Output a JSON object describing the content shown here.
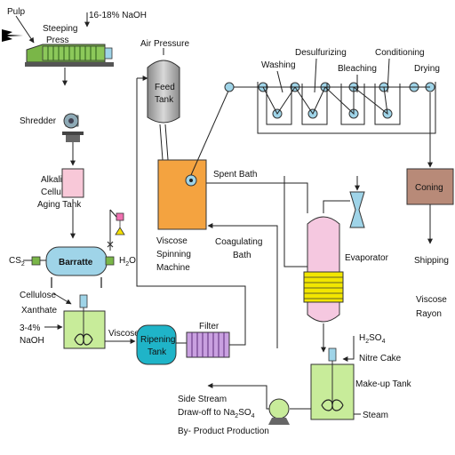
{
  "labels": {
    "pulp": "Pulp",
    "naoh_strong": "16-18% NaOH",
    "steeping_press_1": "Steeping",
    "steeping_press_2": "Press",
    "air_pressure": "Air Pressure",
    "feed_tank_1": "Feed",
    "feed_tank_2": "Tank",
    "washing": "Washing",
    "desulfurizing": "Desulfurizing",
    "bleaching": "Bleaching",
    "conditioning": "Conditioning",
    "drying": "Drying",
    "shredder": "Shredder",
    "alkali_1": "Alkali",
    "alkali_2": "Cellulose",
    "alkali_3": "Aging Tank",
    "spent_bath": "Spent Bath",
    "coning": "Coning",
    "cs2": "CS",
    "cs2_sub": "2",
    "barratte": "Barratte",
    "h2o_main": "H",
    "h2o_sub": "2",
    "h2o_end": "O",
    "viscose_machine_1": "Viscose",
    "viscose_machine_2": "Spinning",
    "viscose_machine_3": "Machine",
    "coagulating_1": "Coagulating",
    "coagulating_2": "Bath",
    "evaporator": "Evaporator",
    "shipping": "Shipping",
    "cellulose_xanthate_1": "Cellulose",
    "cellulose_xanthate_2": "Xanthate",
    "naoh_weak_1": "3-4%",
    "naoh_weak_2": "NaOH",
    "viscose_flow": "Viscose",
    "ripening_1": "Ripening",
    "ripening_2": "Tank",
    "filter": "Filter",
    "viscose_rayon_1": "Viscose",
    "viscose_rayon_2": "Rayon",
    "h2so4_main": "H",
    "h2so4_sub1": "2",
    "h2so4_mid": "SO",
    "h2so4_sub2": "4",
    "nitre_cake": "Nitre Cake",
    "makeup_tank": "Make-up Tank",
    "steam": "Steam",
    "side_stream_1": "Side Stream",
    "side_stream_2_a": "Draw-off to Na",
    "side_stream_2_sub1": "2",
    "side_stream_2_b": "SO",
    "side_stream_2_sub2": "4",
    "side_stream_3": "By- Product Production"
  },
  "colors": {
    "steeping_press": "#7ab648",
    "alkali_tank": "#f8c8d8",
    "barratte": "#9fd4e8",
    "xanthate_tank": "#c8ec9a",
    "ripening_tank": "#1fb4c8",
    "filter": "#c9a0e0",
    "spinning_machine": "#f4a340",
    "feed_tank": "#b0b0b0",
    "coning": "#b88a78",
    "evaporator": "#f5c8e0",
    "evaporator_coil": "#f2e600",
    "makeup_tank": "#c8ec9a",
    "pump": "#c8ec9a",
    "roller": "#9fd4e8",
    "nozzle": "#9fd4e8",
    "arrow_pulp": "#000000"
  }
}
